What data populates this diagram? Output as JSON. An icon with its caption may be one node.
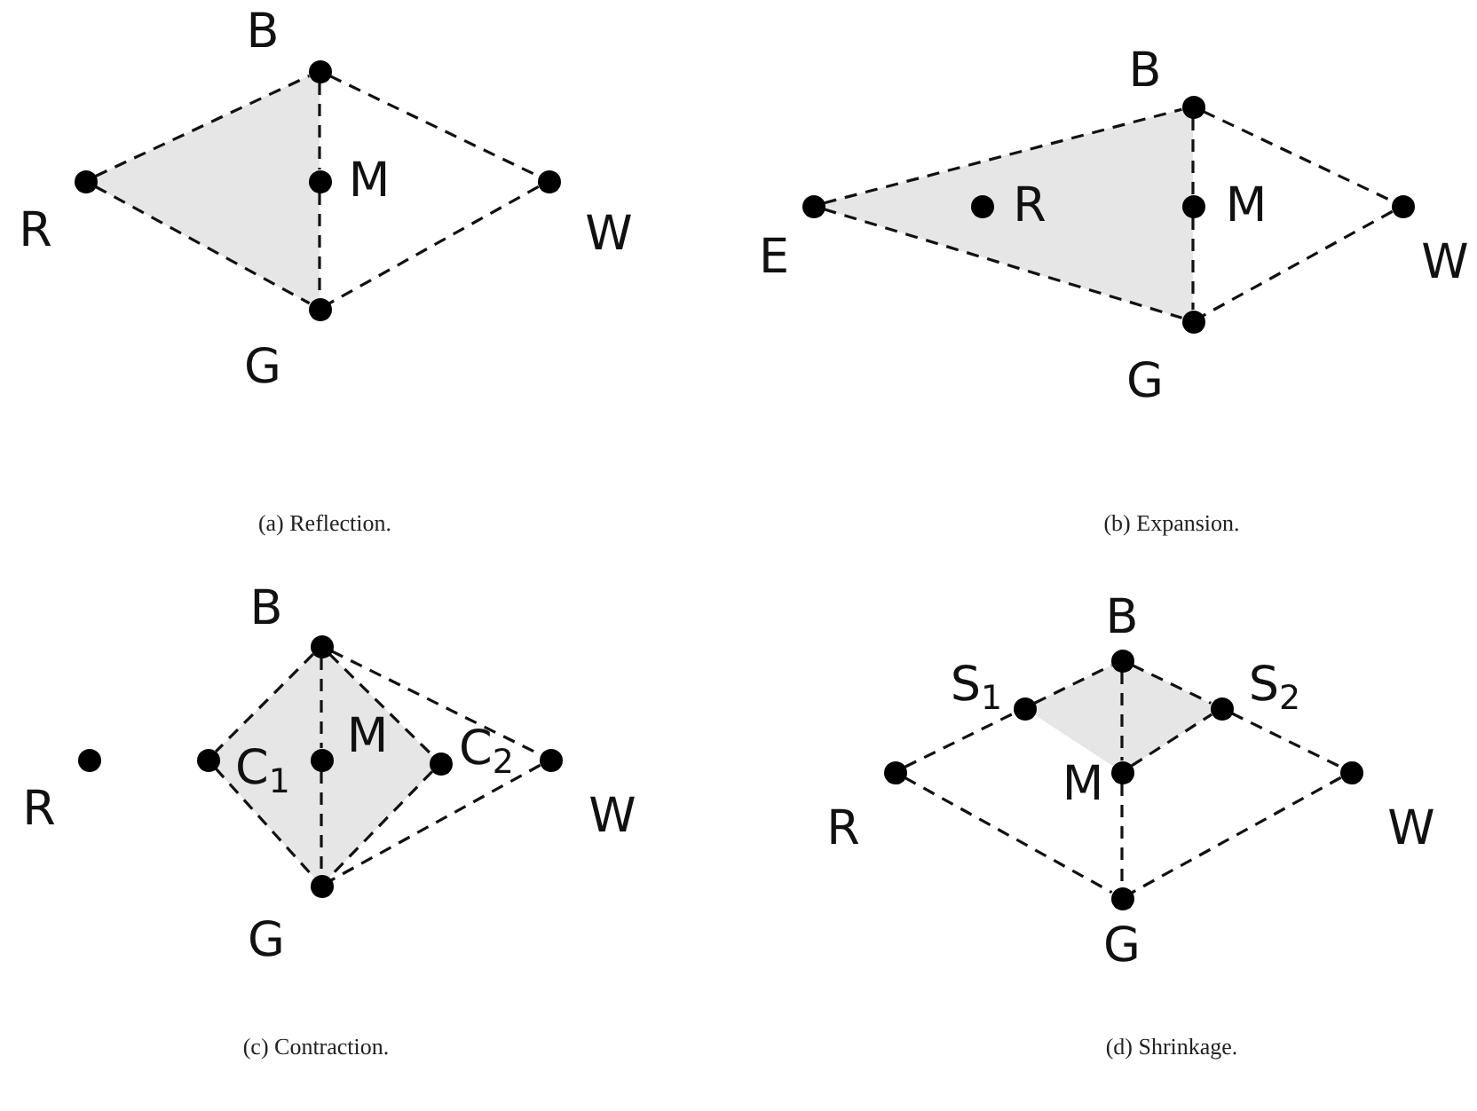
{
  "diagram": {
    "nodes": [
      {
        "text": [],
        "shape": "circle",
        "beside": [
          "B"
        ]
      },
      {
        "text": [],
        "shape": "circle",
        "beside": [
          "R"
        ]
      },
      {
        "text": [],
        "shape": "circle",
        "beside": [
          "M"
        ]
      },
      {
        "text": [],
        "shape": "circle",
        "beside": [
          "W"
        ]
      },
      {
        "text": [],
        "shape": "circle",
        "beside": [
          "G"
        ]
      },
      {
        "text": [],
        "shape": "circle",
        "beside": [
          "B"
        ]
      },
      {
        "text": [],
        "shape": "circle",
        "beside": [
          "E"
        ]
      },
      {
        "text": [],
        "shape": "circle",
        "beside": [
          "R"
        ]
      },
      {
        "text": [],
        "shape": "circle",
        "beside": [
          "M"
        ]
      },
      {
        "text": [],
        "shape": "circle",
        "beside": [
          "W"
        ]
      },
      {
        "text": [],
        "shape": "circle",
        "beside": [
          "G"
        ]
      },
      {
        "text": [],
        "shape": "circle",
        "beside": [
          "B"
        ]
      },
      {
        "text": [],
        "shape": "circle",
        "beside": [
          "R"
        ]
      },
      {
        "text": [],
        "shape": "circle",
        "beside": [
          "C$_{1}$"
        ]
      },
      {
        "text": [],
        "shape": "circle",
        "beside": [
          "M"
        ]
      },
      {
        "text": [],
        "shape": "circle",
        "beside": [
          "C$_{2}$"
        ]
      },
      {
        "text": [],
        "shape": "circle",
        "beside": [
          "W"
        ]
      },
      {
        "text": [],
        "shape": "circle",
        "beside": [
          "G"
        ]
      },
      {
        "text": [],
        "shape": "circle",
        "beside": [
          "B"
        ]
      },
      {
        "text": [],
        "shape": "circle",
        "beside": [
          "S$_{1}$"
        ]
      },
      {
        "text": [],
        "shape": "circle",
        "beside": [
          "S$_{2}$"
        ]
      },
      {
        "text": [],
        "shape": "circle",
        "beside": [
          "R"
        ]
      },
      {
        "text": [],
        "shape": "circle",
        "beside": [
          "M"
        ]
      },
      {
        "text": [],
        "shape": "circle",
        "beside": [
          "W"
        ]
      },
      {
        "text": [],
        "shape": "circle",
        "beside": [
          "G"
        ]
      }
    ],
    "edges": [
      {
        "from": 1,
        "to": 0,
        "arrow": "none",
        "style": "dashed"
      },
      {
        "from": 1,
        "to": 4,
        "arrow": "none",
        "style": "dashed"
      },
      {
        "from": 0,
        "to": 2,
        "arrow": "none",
        "style": "dashed"
      },
      {
        "from": 2,
        "to": 4,
        "arrow": "none",
        "style": "dashed"
      },
      {
        "from": 0,
        "to": 3,
        "arrow": "none",
        "style": "dashed"
      },
      {
        "from": 3,
        "to": 4,
        "arrow": "none",
        "style": "dashed"
      },
      {
        "from": 6,
        "to": 5,
        "arrow": "none",
        "style": "dashed"
      },
      {
        "from": 6,
        "to": 10,
        "arrow": "none",
        "style": "dashed"
      },
      {
        "from": 5,
        "to": 8,
        "arrow": "none",
        "style": "dashed"
      },
      {
        "from": 8,
        "to": 10,
        "arrow": "none",
        "style": "dashed"
      },
      {
        "from": 5,
        "to": 9,
        "arrow": "none",
        "style": "dashed"
      },
      {
        "from": 9,
        "to": 10,
        "arrow": "none",
        "style": "dashed"
      },
      {
        "from": 11,
        "to": 13,
        "arrow": "none",
        "style": "dashed"
      },
      {
        "from": 13,
        "to": 17,
        "arrow": "none",
        "style": "dashed"
      },
      {
        "from": 11,
        "to": 14,
        "arrow": "none",
        "style": "dashed"
      },
      {
        "from": 14,
        "to": 17,
        "arrow": "none",
        "style": "dashed"
      },
      {
        "from": 11,
        "to": 15,
        "arrow": "none",
        "style": "dashed"
      },
      {
        "from": 15,
        "to": 17,
        "arrow": "none",
        "style": "dashed"
      },
      {
        "from": 11,
        "to": 16,
        "arrow": "none",
        "style": "dashed"
      },
      {
        "from": 16,
        "to": 17,
        "arrow": "none",
        "style": "dashed"
      },
      {
        "from": 21,
        "to": 19,
        "arrow": "none",
        "style": "dashed"
      },
      {
        "from": 19,
        "to": 18,
        "arrow": "none",
        "style": "dashed"
      },
      {
        "from": 18,
        "to": 20,
        "arrow": "none",
        "style": "dashed"
      },
      {
        "from": 20,
        "to": 23,
        "arrow": "none",
        "style": "dashed"
      },
      {
        "from": 18,
        "to": 22,
        "arrow": "none",
        "style": "dashed"
      },
      {
        "from": 22,
        "to": 24,
        "arrow": "none",
        "style": "dashed"
      },
      {
        "from": 22,
        "to": 20,
        "arrow": "none",
        "style": "dashed"
      },
      {
        "from": 21,
        "to": 24,
        "arrow": "none",
        "style": "dashed"
      },
      {
        "from": 23,
        "to": 24,
        "arrow": "none",
        "style": "dashed"
      }
    ],
    "labels": [
      "(a) Reflection.",
      "(b) Expansion.",
      "(c) Contraction.",
      "(d) Shrinkage."
    ]
  }
}
